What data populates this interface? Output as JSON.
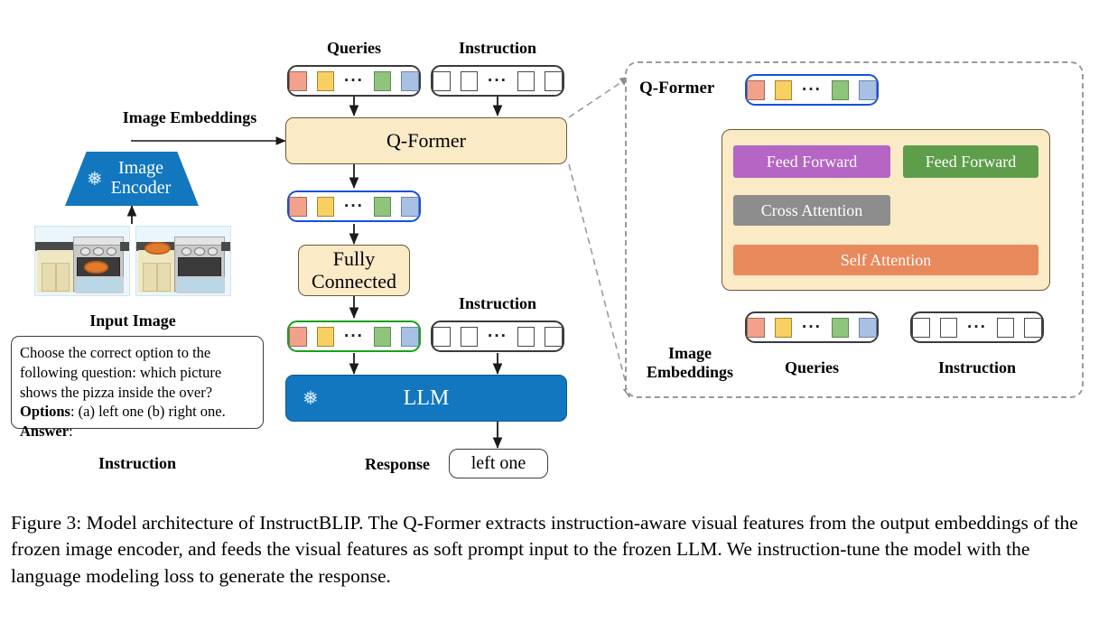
{
  "figure": {
    "caption": "Figure 3: Model architecture of InstructBLIP. The Q-Former extracts instruction-aware visual features from the output embeddings of the frozen image encoder, and feeds the visual features as soft prompt input to the frozen LLM. We instruction-tune the model with the language modeling loss to generate the response."
  },
  "main_flow": {
    "queries_label": "Queries",
    "instruction_label_top": "Instruction",
    "image_embeddings_label": "Image Embeddings",
    "qformer_label": "Q-Former",
    "image_encoder_label_line1": "Image",
    "image_encoder_label_line2": "Encoder",
    "fully_connected_line1": "Fully",
    "fully_connected_line2": "Connected",
    "input_image_label": "Input Image",
    "instruction_caption_label": "Instruction",
    "instruction_label_mid": "Instruction",
    "llm_label": "LLM",
    "response_label": "Response",
    "response_value": "left one",
    "snowflake_glyph": "❅"
  },
  "prompt_card": {
    "line1": "Choose the correct option to the",
    "line2": "following question: which picture",
    "line3": "shows the pizza inside the over?",
    "options_bold": "Options",
    "options_rest": ": (a) left one (b) right one.",
    "answer_bold": "Answer",
    "answer_rest": ":"
  },
  "detail_panel": {
    "title": "Q-Former",
    "feed_forward_left": "Feed Forward",
    "feed_forward_right": "Feed Forward",
    "cross_attention": "Cross Attention",
    "self_attention": "Self Attention",
    "image_embeddings_line1": "Image",
    "image_embeddings_line2": "Embeddings",
    "queries_label": "Queries",
    "instruction_label": "Instruction"
  },
  "tokens": {
    "ellipsis": "···",
    "query_colors": [
      "#f4a18b",
      "#f8cf61",
      "#8fc47d",
      "#a8c0e4"
    ],
    "instruction_color": "#ffffff"
  },
  "colors": {
    "cream": "#fbeac6",
    "cream_border": "#6b5a37",
    "llm_blue": "#1277be",
    "encoder_blue": "#1277be",
    "feed_forward_purple": "#b565c4",
    "feed_forward_green": "#5e9e4a",
    "cross_attention_gray": "#8d8d8d",
    "self_attention_orange": "#e8895c",
    "blue_outline": "#1550dd",
    "green_outline": "#18a01c",
    "panel_dash": "#9a9a9a"
  }
}
